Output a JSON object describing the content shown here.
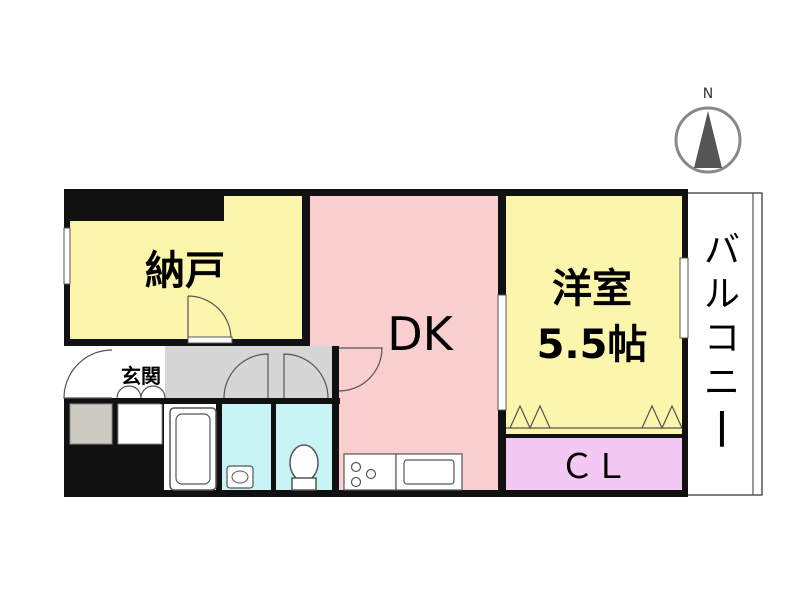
{
  "compass": {
    "label": "N"
  },
  "rooms": {
    "storage": {
      "label": "納戸",
      "color": "#fbf6ab"
    },
    "dk": {
      "label": "DK",
      "color": "#f9cece"
    },
    "western": {
      "label_line1": "洋室",
      "label_line2": "5.5帖",
      "color": "#fbf6ab"
    },
    "closet": {
      "label": "ＣＬ",
      "color": "#f3c8f3"
    },
    "entrance": {
      "label": "玄関"
    },
    "balcony": {
      "label": "バルコニー"
    },
    "bath": {
      "color": "#c9f4f6"
    },
    "toilet": {
      "color": "#c9f4f6"
    },
    "corridor": {
      "color": "#d6d6d6"
    }
  }
}
